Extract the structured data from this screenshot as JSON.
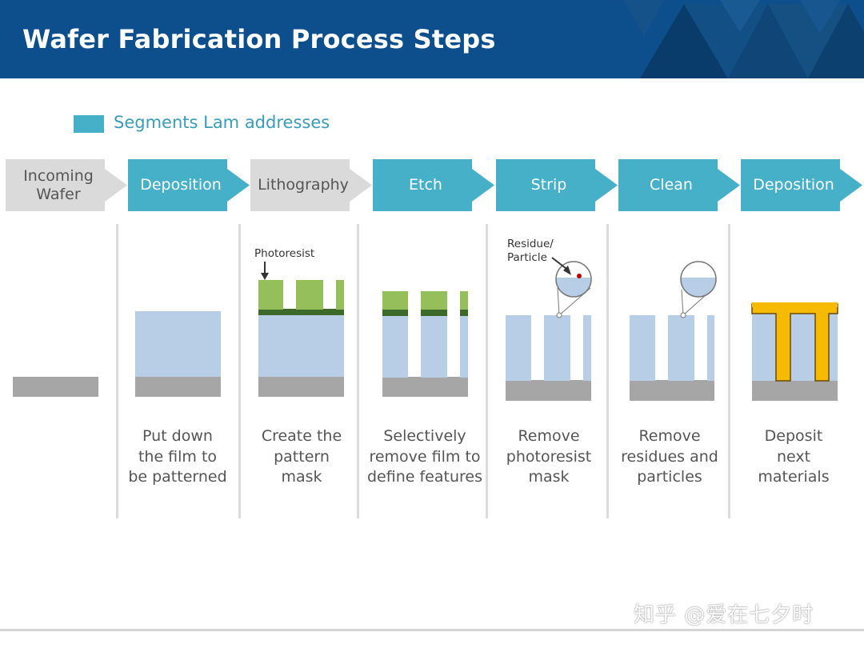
{
  "title": "Wafer Fabrication Process Steps",
  "legend": {
    "label": "Segments Lam addresses",
    "color": "#45b0c8"
  },
  "steps": [
    {
      "label": "Incoming\nWafer",
      "highlight": false,
      "description": ""
    },
    {
      "label": "Deposition",
      "highlight": true,
      "description": "Put down\nthe film to\nbe patterned"
    },
    {
      "label": "Lithography",
      "highlight": false,
      "description": "Create the\npattern\nmask"
    },
    {
      "label": "Etch",
      "highlight": true,
      "description": "Selectively\nremove film to\ndefine features"
    },
    {
      "label": "Strip",
      "highlight": true,
      "description": "Remove\nphotoresist\nmask"
    },
    {
      "label": "Clean",
      "highlight": true,
      "description": "Remove\nresidues and\nparticles"
    },
    {
      "label": "Deposition",
      "highlight": true,
      "description": "Deposit\nnext\nmaterials"
    }
  ],
  "annotations": {
    "photoresist": "Photoresist",
    "residue": "Residue/\nParticle"
  },
  "colors": {
    "header": "#0d4f8c",
    "substrate": "#a6a6a6",
    "film": "#b8cde6",
    "photoresist": "#95bf5a",
    "resist_base": "#3d6a2b",
    "new_material": "#f6bb00",
    "particle": "#c00000"
  },
  "watermark": "知乎 @爱在七夕时"
}
